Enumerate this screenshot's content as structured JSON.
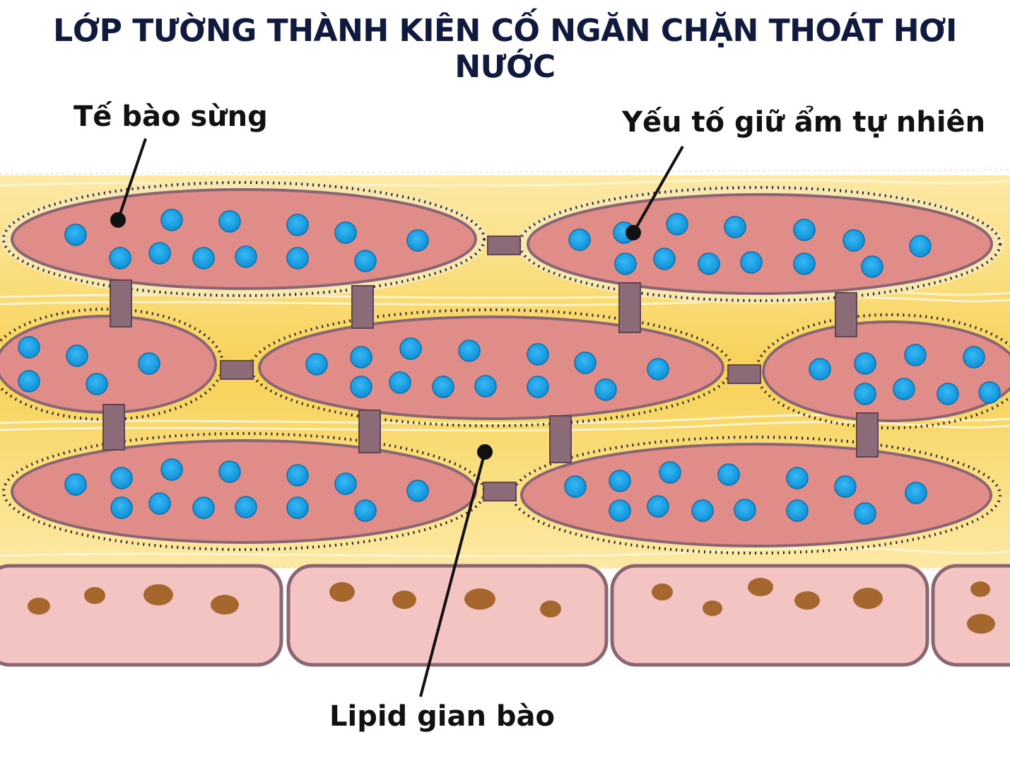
{
  "title": "LỚP TƯỜNG THÀNH KIÊN CỐ NGĂN CHẶN THOÁT HƠI NƯỚC",
  "labels": {
    "corneocyte": "Tế bào sừng",
    "nmf": "Yếu tố giữ ẩm tự nhiên",
    "lipid": "Lipid gian bào"
  },
  "colors": {
    "title": "#0f1a3e",
    "label_text": "#111111",
    "lipid_yellow": "#f6d24c",
    "lipid_light": "#fbe9a0",
    "cell_fill": "#e08c88",
    "cell_border": "#8a6672",
    "nmf_dot": "#1ea4e6",
    "junction": "#8c6b78",
    "lower_cell_fill": "#f4c4c2",
    "granule": "#a5672e"
  }
}
